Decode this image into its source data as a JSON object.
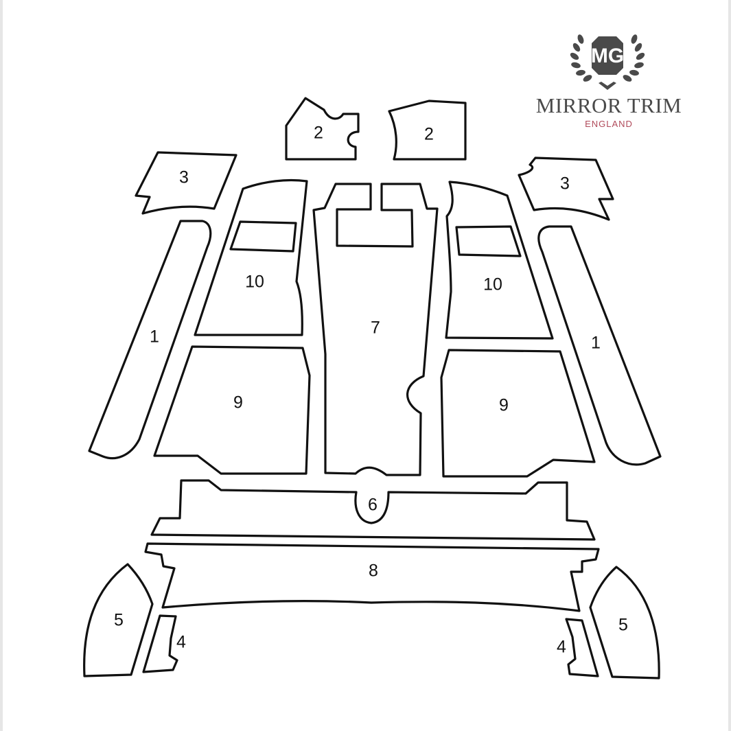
{
  "brand": {
    "logo_monogram": "MG",
    "name": "MIRROR TRIM",
    "sub": "ENGLAND"
  },
  "pieces": [
    {
      "id": "1-left",
      "label": "1"
    },
    {
      "id": "1-right",
      "label": "1"
    },
    {
      "id": "2-left",
      "label": "2"
    },
    {
      "id": "2-right",
      "label": "2"
    },
    {
      "id": "3-left",
      "label": "3"
    },
    {
      "id": "3-right",
      "label": "3"
    },
    {
      "id": "4-left",
      "label": "4"
    },
    {
      "id": "4-right",
      "label": "4"
    },
    {
      "id": "5-left",
      "label": "5"
    },
    {
      "id": "5-right",
      "label": "5"
    },
    {
      "id": "6",
      "label": "6"
    },
    {
      "id": "7",
      "label": "7"
    },
    {
      "id": "8",
      "label": "8"
    },
    {
      "id": "9-left",
      "label": "9"
    },
    {
      "id": "9-right",
      "label": "9"
    },
    {
      "id": "10-left",
      "label": "10"
    },
    {
      "id": "10-right",
      "label": "10"
    }
  ],
  "colors": {
    "outline": "#111111",
    "brand_text": "#4a4a4a",
    "brand_accent": "#b04a5a",
    "side_border": "#e6e6e6"
  }
}
